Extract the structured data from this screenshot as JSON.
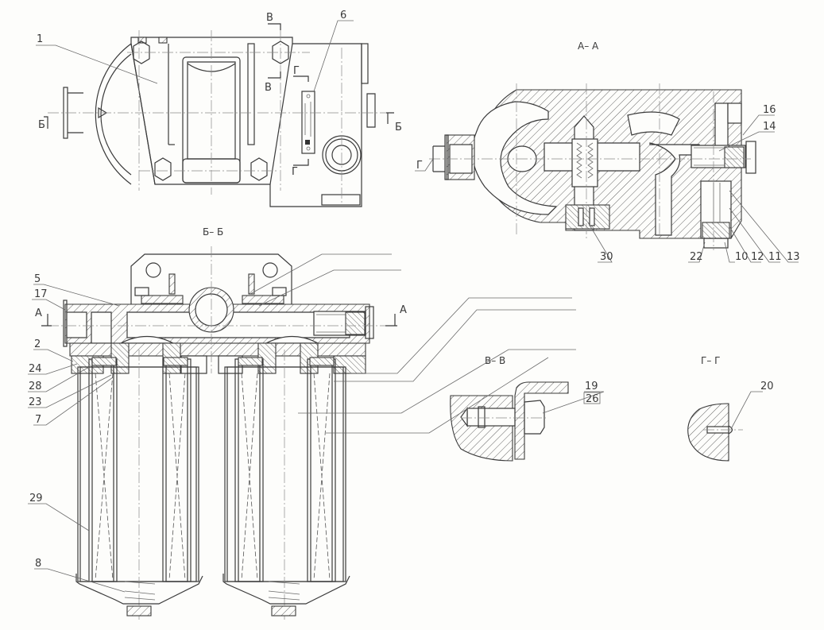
{
  "drawing": {
    "type": "engineering-assembly-drawing",
    "subject": "twin fuel filter assembly",
    "views": {
      "top_view": {
        "name": "plan-view"
      },
      "section_aa": {
        "title": "А– А"
      },
      "section_bb": {
        "title": "Б– Б"
      },
      "section_vv": {
        "title": "В– В"
      },
      "section_gg": {
        "title": "Г– Г"
      }
    },
    "section_marks": {
      "b_left": "Б",
      "b_right": "Б",
      "v_top": "В",
      "v_bottom": "В",
      "g_top": "Г",
      "g_bottom": "Г",
      "g_aa": "Г",
      "a_left": "А",
      "a_right": "А"
    },
    "part_labels": {
      "p1": "1",
      "p6": "6",
      "p16": "16",
      "p14": "14",
      "p30": "30",
      "p22": "22",
      "p10": "10",
      "p12": "12",
      "p11": "11",
      "p13": "13",
      "p5": "5",
      "p17": "17",
      "p2": "2",
      "p24": "24",
      "p28": "28",
      "p23": "23",
      "p7": "7",
      "p29": "29",
      "p8": "8",
      "p19": "19",
      "p26": "26",
      "p20": "20"
    }
  }
}
